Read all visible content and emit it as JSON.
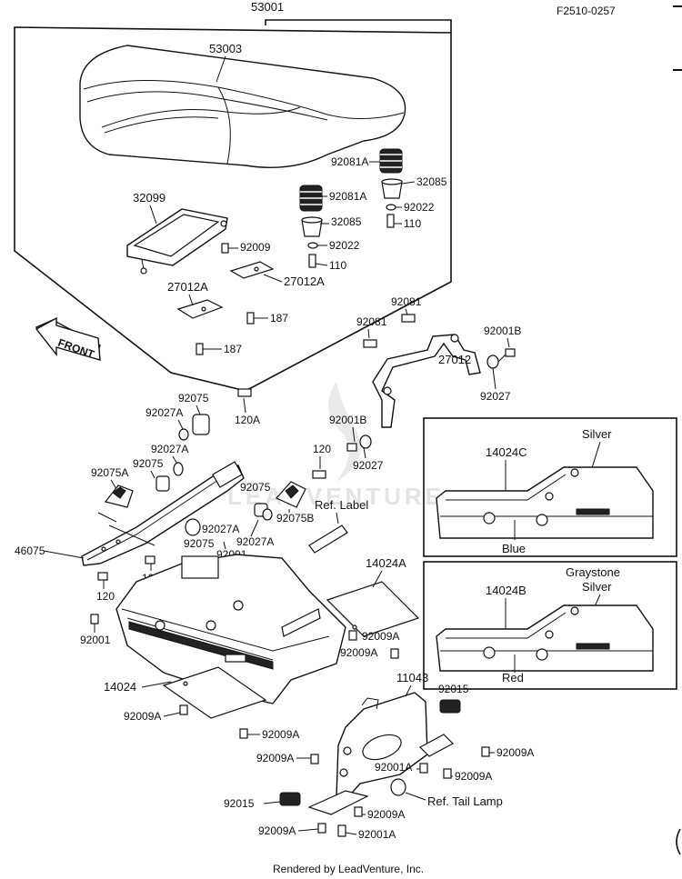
{
  "diagram_id": "F2510-0257",
  "footer": "Rendered by LeadVenture, Inc.",
  "watermark": "LEADVENTURE",
  "front_arrow": "FRONT",
  "labels": {
    "l53001": "53001",
    "l53003": "53003",
    "l92081A_1": "92081A",
    "l32085_1": "32085",
    "l92022_1": "92022",
    "l110_1": "110",
    "l92081A_2": "92081A",
    "l32085_2": "32085",
    "l92022_2": "92022",
    "l110_2": "110",
    "l32099": "32099",
    "l92009": "92009",
    "l27012A_1": "27012A",
    "l27012A_2": "27012A",
    "l187_1": "187",
    "l187_2": "187",
    "l92081_1": "92081",
    "l92081_2": "92081",
    "l27012": "27012",
    "l92001B_1": "92001B",
    "l92027_1": "92027",
    "l92001B_2": "92001B",
    "l92027_2": "92027",
    "l92075_1": "92075",
    "l92027A_1": "92027A",
    "l120A_1": "120A",
    "l92027A_2": "92027A",
    "l92075_2": "92075",
    "l92075A": "92075A",
    "l120_1": "120",
    "l92075_3": "92075",
    "l92027A_3": "92027A",
    "l92075B": "92075B",
    "l92027A_4": "92027A",
    "l92075_4": "92075",
    "l92001_1": "92001",
    "l46075": "46075",
    "l120A_2": "120A",
    "l120_2": "120",
    "lRefLabel": "Ref. Label",
    "l14024A": "14024A",
    "l92009A_1": "92009A",
    "l92009A_2": "92009A",
    "l92001_2": "92001",
    "l14024": "14024",
    "l92009A_3": "92009A",
    "l11043": "11043",
    "l92015_1": "92015",
    "l92009A_4": "92009A",
    "l92009A_5": "92009A",
    "l92009A_6": "92009A",
    "l92001A_1": "92001A",
    "l92009A_7": "92009A",
    "l92015_2": "92015",
    "lRefTailLamp": "Ref. Tail Lamp",
    "l92009A_8": "92009A",
    "l92009A_9": "92009A",
    "l92001A_2": "92001A"
  },
  "variants": [
    {
      "part": "14024C",
      "color_top": "Silver",
      "color_bottom": "Blue"
    },
    {
      "part": "14024B",
      "color_top": "Graystone",
      "color_label2": "Silver",
      "color_bottom": "Red"
    }
  ]
}
